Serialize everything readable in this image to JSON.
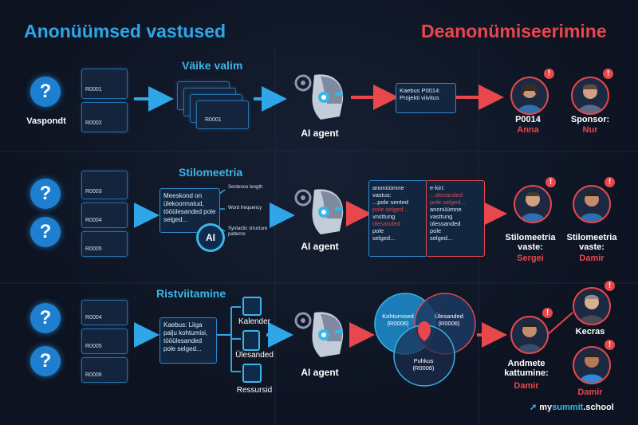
{
  "headings": {
    "left": "Anonüümsed vastused",
    "right": "Deanonümiseerimine"
  },
  "respondent_label": "Vaspondt",
  "row1": {
    "title": "Väike valim",
    "cards": [
      "R0001",
      "R0002"
    ],
    "stack_card": "R0001",
    "agent_label": "AI agent",
    "query": "Kaebus P0014: Projekti viivitus",
    "persons": [
      {
        "title": "P0014",
        "name": "Anna"
      },
      {
        "title": "Sponsor:",
        "name": "Nur"
      }
    ]
  },
  "row2": {
    "title": "Stilomeetria",
    "cards": [
      "R0003",
      "R0004",
      "R0005"
    ],
    "analysis_text": "Meeskond on ülekoormatud, tööülesanded pole selged...",
    "ai_badge": "AI",
    "features": [
      "Sentence length",
      "Word frequency",
      "Syntactic structure patterns"
    ],
    "agent_label": "AI agent",
    "compare_left": {
      "l1": "anonüümne",
      "l2": "vastus:",
      "l3": "...pole sented",
      "l4": "pole selged...",
      "l5": "vnsttung",
      "l6": "ülesanded",
      "l7": "pole",
      "l8": "selged..."
    },
    "compare_right": {
      "l1": "e-kiri:",
      "l2": "...ülesanded",
      "l3": "pole selged...",
      "l4": "anonüümne",
      "l5": "vasttung",
      "l6": "ülessanded",
      "l7": "pole",
      "l8": "selged..."
    },
    "persons": [
      {
        "title": "Stilomeetria vaste:",
        "name": "Sergei"
      },
      {
        "title": "Stilomeetria vaste:",
        "name": "Damir"
      }
    ]
  },
  "row3": {
    "title": "Ristviitamine",
    "cards": [
      "R0004",
      "R0005",
      "R0006"
    ],
    "complaint": "Kaebus: Liiga palju kohtumisi, tööülesanded pole selged...",
    "sources": [
      "Kalender",
      "Ülesanded",
      "Ressursid"
    ],
    "agent_label": "AI agent",
    "venn": [
      {
        "label": "Kohtumised",
        "code": "(R0006)"
      },
      {
        "label": "Ülesanded",
        "code": "(R0006)"
      },
      {
        "label": "Puhkus",
        "code": "(R0006)"
      }
    ],
    "match_label": "Andmete kattumine:",
    "match_name": "Damir",
    "persons_extra": [
      {
        "name": "Kecras"
      },
      {
        "name": "Damir"
      }
    ]
  },
  "logo": {
    "prefix": "my",
    "accent": "summit",
    "suffix": ".school"
  },
  "colors": {
    "blue": "#2fa6e8",
    "red": "#e8474c",
    "bg": "#0d1321"
  }
}
